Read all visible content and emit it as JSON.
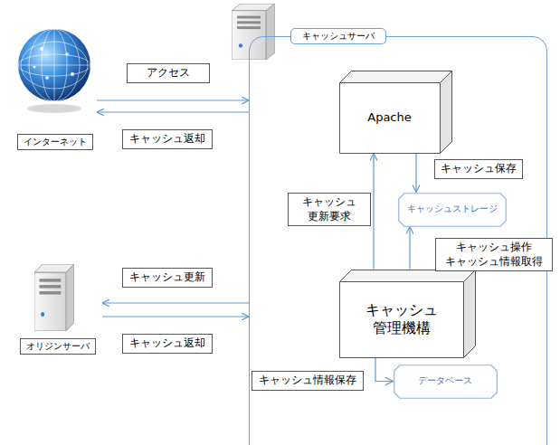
{
  "diagram": {
    "nodes": [
      {
        "text": [
          "インターネット"
        ]
      },
      {
        "text": [
          "キャッシュサーバ"
        ]
      },
      {
        "text": [
          "Apache"
        ],
        "in": 1
      },
      {
        "text": [
          "キャッシュストレージ"
        ],
        "in": 1
      },
      {
        "text": [
          "キャッシュ 管理機構"
        ],
        "in": 1
      },
      {
        "text": [
          "データベース"
        ],
        "in": 1
      },
      {
        "text": [
          "オリジンサーバ"
        ]
      }
    ],
    "edges": [
      {
        "from": 0,
        "to": 1,
        "label": "アクセス",
        "arrow": "to"
      },
      {
        "from": 1,
        "to": 0,
        "label": "キャッシュ返却",
        "arrow": "to"
      },
      {
        "from": 2,
        "to": 3,
        "label": "キャッシュ保存",
        "arrow": "to"
      },
      {
        "from": 4,
        "to": 2,
        "label": "キャッシュ 更新要求",
        "arrow": "to"
      },
      {
        "from": 4,
        "to": 3,
        "label": "キャッシュ操作 キャッシュ情報取得",
        "arrow": "to"
      },
      {
        "from": 4,
        "to": 5,
        "label": "キャッシュ情報保存",
        "arrow": "to"
      },
      {
        "from": 1,
        "to": 6,
        "label": "キャッシュ更新",
        "arrow": "to"
      },
      {
        "from": 6,
        "to": 1,
        "label": "キャッシュ返却",
        "arrow": "to"
      }
    ]
  }
}
